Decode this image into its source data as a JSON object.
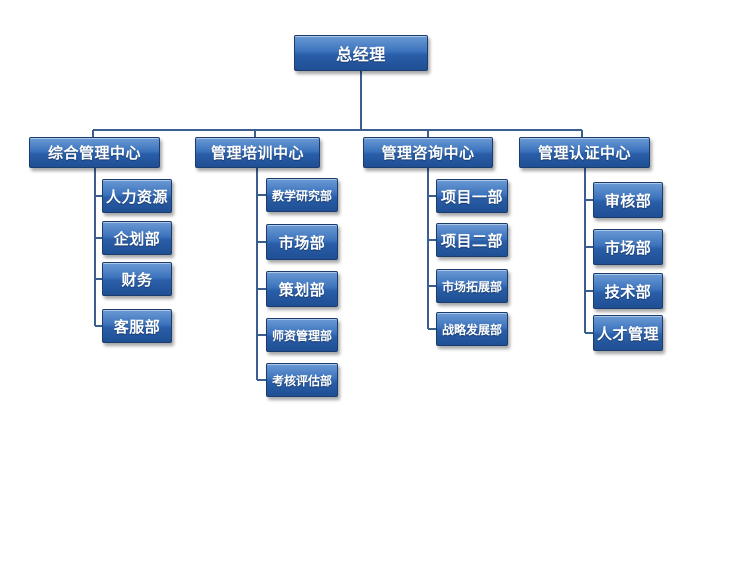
{
  "root": {
    "label": "总经理"
  },
  "centers": [
    {
      "label": "综合管理中心",
      "depts": [
        "人力资源",
        "企划部",
        "财务",
        "客服部"
      ]
    },
    {
      "label": "管理培训中心",
      "depts": [
        "教学研究部",
        "市场部",
        "策划部",
        "师资管理部",
        "考核评估部"
      ]
    },
    {
      "label": "管理咨询中心",
      "depts": [
        "项目一部",
        "项目二部",
        "市场拓展部",
        "战略发展部"
      ]
    },
    {
      "label": "管理认证中心",
      "depts": [
        "审核部",
        "市场部",
        "技术部",
        "人才管理"
      ]
    }
  ],
  "colors": {
    "box": "#2a5ea8",
    "line": "#3a5f8f"
  }
}
